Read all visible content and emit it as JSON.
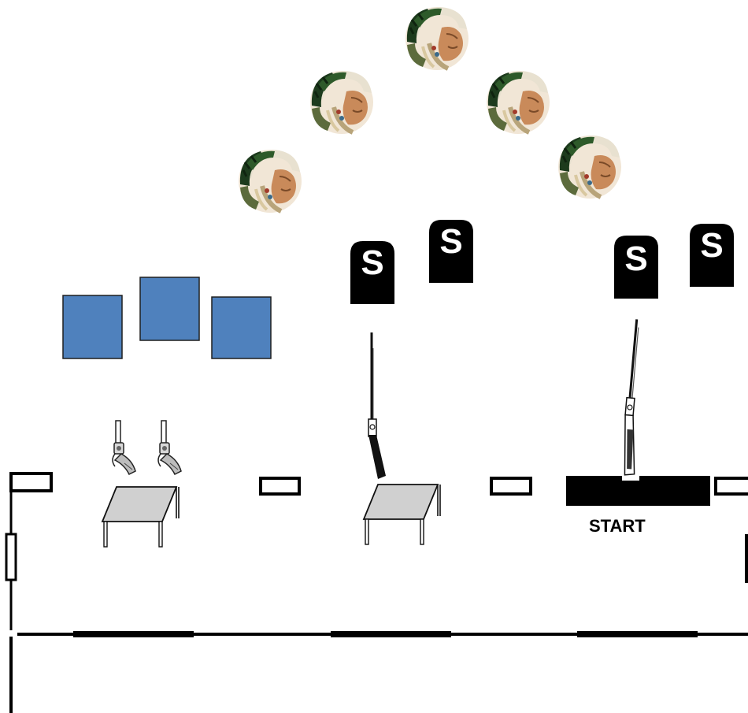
{
  "start_box": {
    "label": "START"
  },
  "steel_targets": [
    {
      "letter": "S"
    },
    {
      "letter": "S"
    },
    {
      "letter": "S"
    },
    {
      "letter": "S"
    }
  ],
  "paper_targets": {
    "count": 3,
    "color": "#4f81bd"
  },
  "headdress_targets": {
    "count": 5
  },
  "colors": {
    "paper_target": "#4f81bd",
    "paper_target_border": "#1f1f1f",
    "table_top": "#d0d0d0",
    "steel": "#000000"
  },
  "icons": [
    "headdress-icon",
    "revolver-icon",
    "rifle-icon",
    "shotgun-icon",
    "table-icon",
    "barrel-icon",
    "steel-target-icon"
  ]
}
